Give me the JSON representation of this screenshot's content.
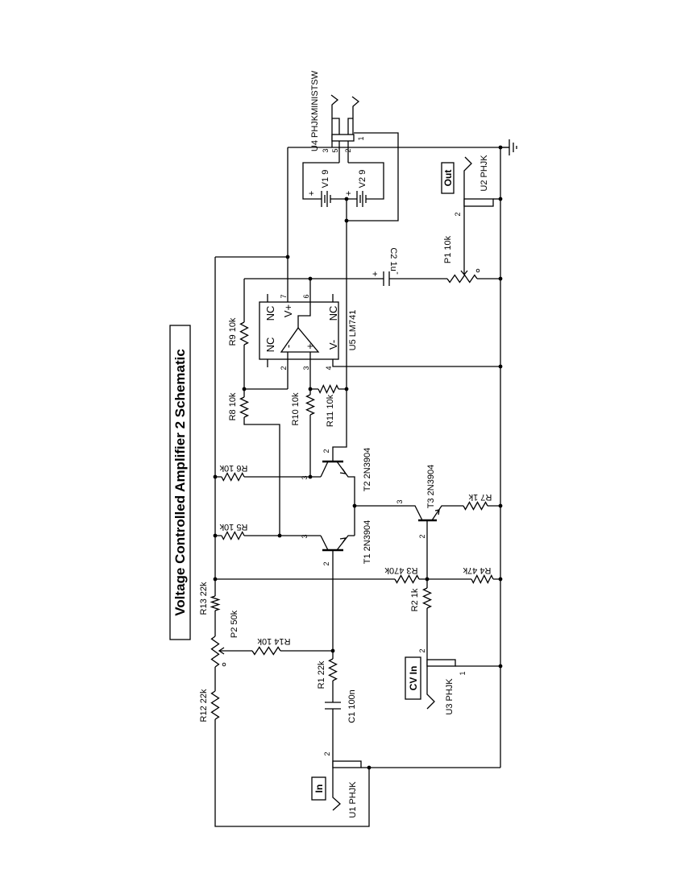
{
  "title": "Voltage Controlled Amplifier 2 Schematic",
  "connectors": {
    "in": "In",
    "cv_in": "CV In",
    "out": "Out"
  },
  "components": {
    "U4": "U4 PHJKMINISTSW",
    "V1": "V1 9",
    "V2": "V2 9",
    "U2": "U2 PHJK",
    "P1": "P1 10k",
    "C2": "C2 1u",
    "R9": "R9 10k",
    "U5": "U5 LM741",
    "R8": "R8 10k",
    "R10": "R10 10k",
    "R11": "R11 10k",
    "R6": "R6 10k",
    "R5": "R5 10k",
    "T2": "T2 2N3904",
    "T1": "T1 2N3904",
    "T3": "T3 2N3904",
    "R7": "R7 1k",
    "R3": "R3 470k",
    "R4": "R4 47k",
    "R2": "R2 1k",
    "R13": "R13 22k",
    "P2": "P2 50k",
    "R14": "R14 10k",
    "R12": "R12 22k",
    "R1": "R1 22k",
    "C1": "C1 100n",
    "U3": "U3 PHJK",
    "U1": "U1 PHJK"
  },
  "opamp": {
    "nc_tl": "NC",
    "vplus": "V+",
    "nc_tr": "NC",
    "nc_bl": "NC",
    "vminus": "V-",
    "inv": "-",
    "noninv": "+"
  },
  "polarity": {
    "v1_plus": "+",
    "v2_plus": "+",
    "c2_plus": "+",
    "c2_minus": "-"
  },
  "pins": {
    "u4_3": "3",
    "u4_5": "5",
    "u4_2": "2",
    "u4_1": "1",
    "u5_7": "7",
    "u5_6": "6",
    "u5_2": "2",
    "u5_3": "3",
    "u5_4": "4",
    "t2_3": "3",
    "t2_2": "2",
    "t1_3": "3",
    "t1_2": "2",
    "t3_3": "3",
    "t3_2": "2",
    "u2_2": "2",
    "u3_2": "2",
    "u3_1": "1",
    "u1_2": "2"
  }
}
